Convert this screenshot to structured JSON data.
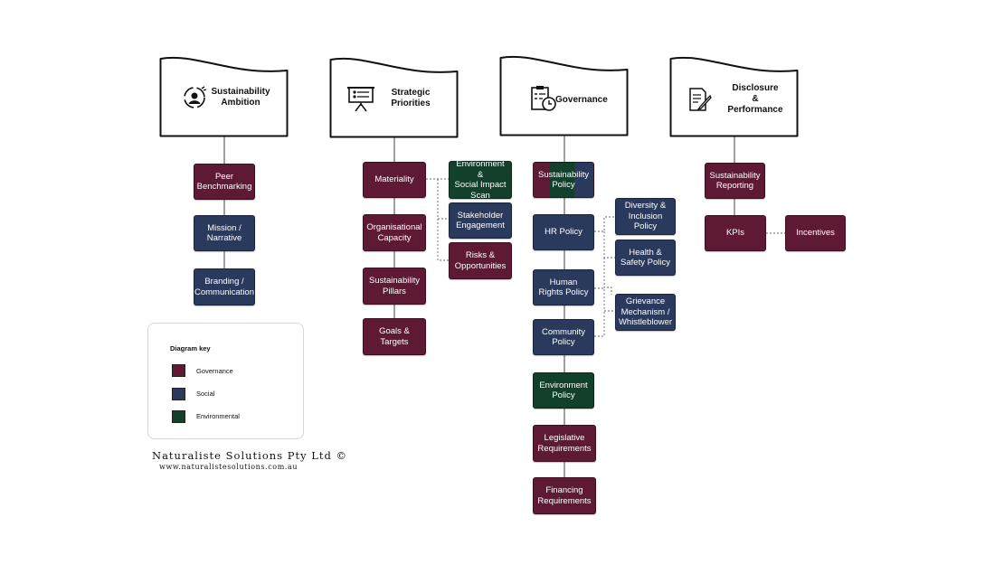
{
  "headers": {
    "ambition": "Sustainability\nAmbition",
    "priorities": "Strategic\nPriorities",
    "governance": "Governance",
    "disclosure": "Disclosure\n&\nPerformance"
  },
  "icons": {
    "ambition": "target-person-icon",
    "priorities": "presentation-board-icon",
    "governance": "clipboard-clock-icon",
    "disclosure": "document-pen-icon"
  },
  "boxes": {
    "peer_benchmarking": "Peer\nBenchmarking",
    "mission_narrative": "Mission /\nNarrative",
    "branding_communication": "Branding /\nCommunication",
    "materiality": "Materiality",
    "organisational_capacity": "Organisational\nCapacity",
    "sustainability_pillars": "Sustainability\nPillars",
    "goals_targets": "Goals &\nTargets",
    "env_social_impact_scan": "Environment &\nSocial Impact\nScan",
    "stakeholder_engagement": "Stakeholder\nEngagement",
    "risks_opportunities": "Risks &\nOpportunities",
    "sustainability_policy": "Sustainability\nPolicy",
    "hr_policy": "HR Policy",
    "human_rights_policy": "Human\nRights Policy",
    "community_policy": "Community\nPolicy",
    "environment_policy": "Environment\nPolicy",
    "legislative_requirements": "Legislative\nRequirements",
    "financing_requirements": "Financing\nRequirements",
    "diversity_inclusion_policy": "Diversity &\nInclusion\nPolicy",
    "health_safety_policy": "Health &\nSafety Policy",
    "grievance_mechanism": "Grievance\nMechanism /\nWhistleblower",
    "sustainability_reporting": "Sustainability\nReporting",
    "kpis": "KPIs",
    "incentives": "Incentives"
  },
  "key": {
    "title": "Diagram key",
    "governance": "Governance",
    "social": "Social",
    "environmental": "Environmental"
  },
  "colors": {
    "governance": "#5e1a34",
    "social": "#2a3a5c",
    "environmental": "#12402a"
  },
  "footer": {
    "brand": "Naturaliste Solutions Pty Ltd ©",
    "url": "www.naturalistesolutions.com.au"
  }
}
